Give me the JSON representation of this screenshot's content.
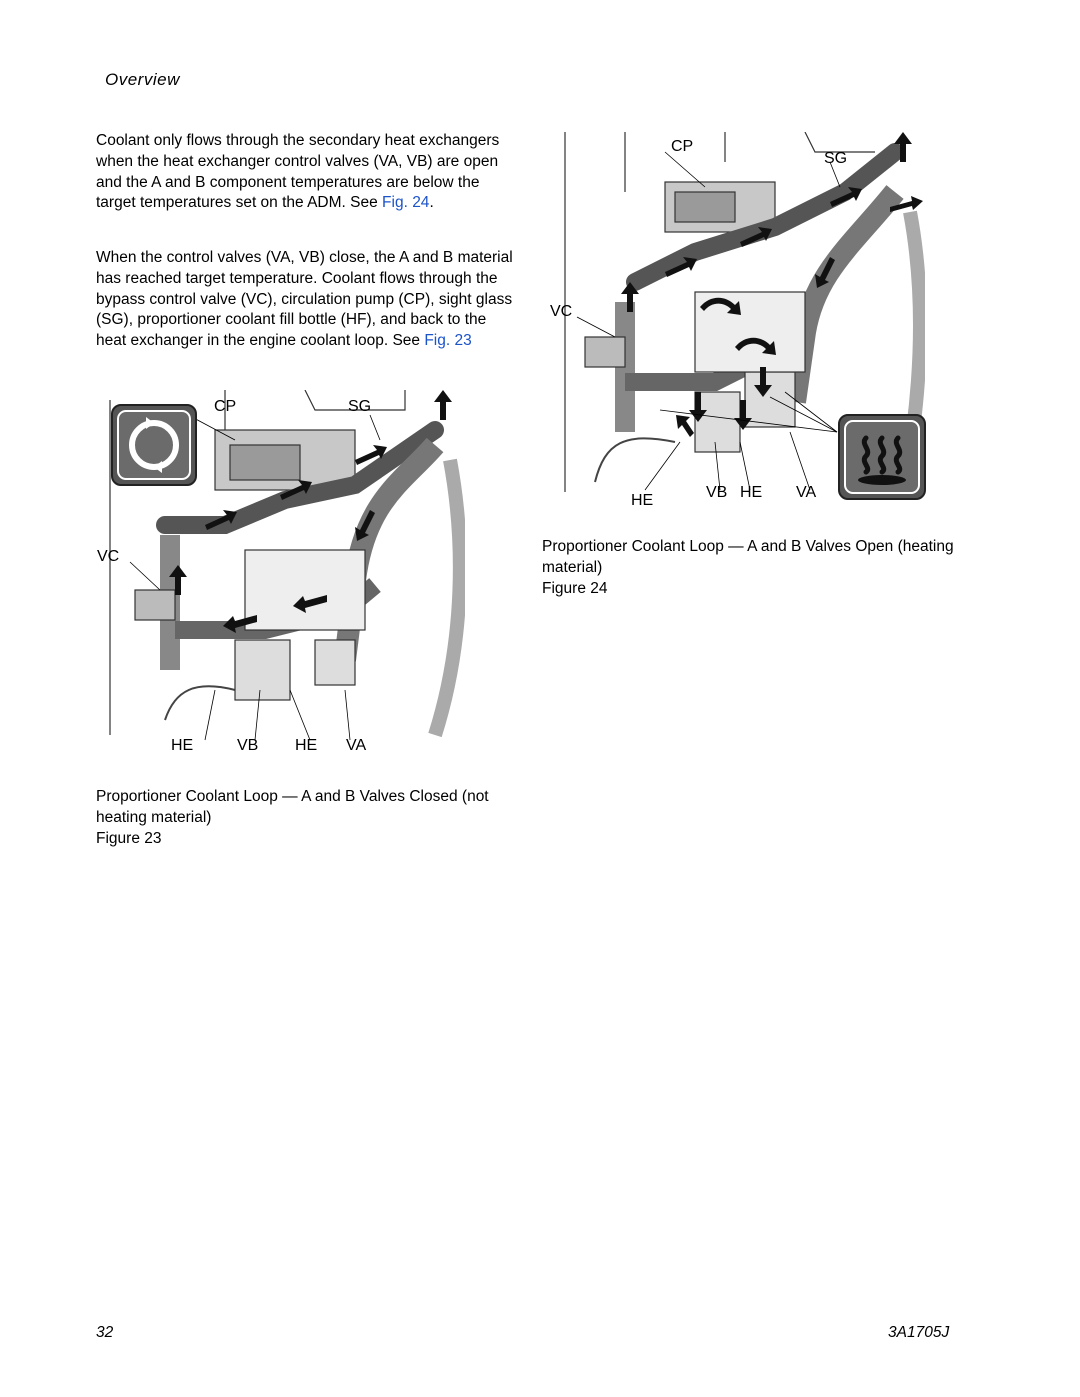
{
  "header": {
    "section_title": "Overview"
  },
  "left": {
    "para1": {
      "text": "Coolant only flows through the secondary heat exchangers when the heat exchanger control valves (VA, VB) are open and the A and B component temperatures are below the target temperatures set on the ADM. See ",
      "link": "Fig. 24",
      "end": "."
    },
    "para2": {
      "text": "When the control valves (VA, VB) close, the A and B material has reached target temperature. Coolant flows through the bypass control valve (VC), circulation pump (CP), sight glass (SG), proportioner coolant fill bottle (HF), and back to the heat exchanger in the engine coolant loop. See ",
      "link": "Fig. 23",
      "end": ""
    }
  },
  "figure23": {
    "labels": {
      "cp": "CP",
      "sg": "SG",
      "vc": "VC",
      "he1": "HE",
      "vb": "VB",
      "he2": "HE",
      "va": "VA"
    },
    "caption": "Proportioner Coolant Loop — A and B Valves Closed (not heating material)",
    "figure_label": "Figure 23",
    "icon": "recirculation-arrows-icon"
  },
  "figure24": {
    "labels": {
      "cp": "CP",
      "sg": "SG",
      "vc": "VC",
      "he1": "HE",
      "vb": "VB",
      "he2": "HE",
      "va": "VA"
    },
    "caption": "Proportioner Coolant Loop — A and B Valves Open (heating material)",
    "figure_label": "Figure 24",
    "icon": "heat-waves-icon"
  },
  "footer": {
    "page_number": "32",
    "doc_id": "3A1705J"
  }
}
